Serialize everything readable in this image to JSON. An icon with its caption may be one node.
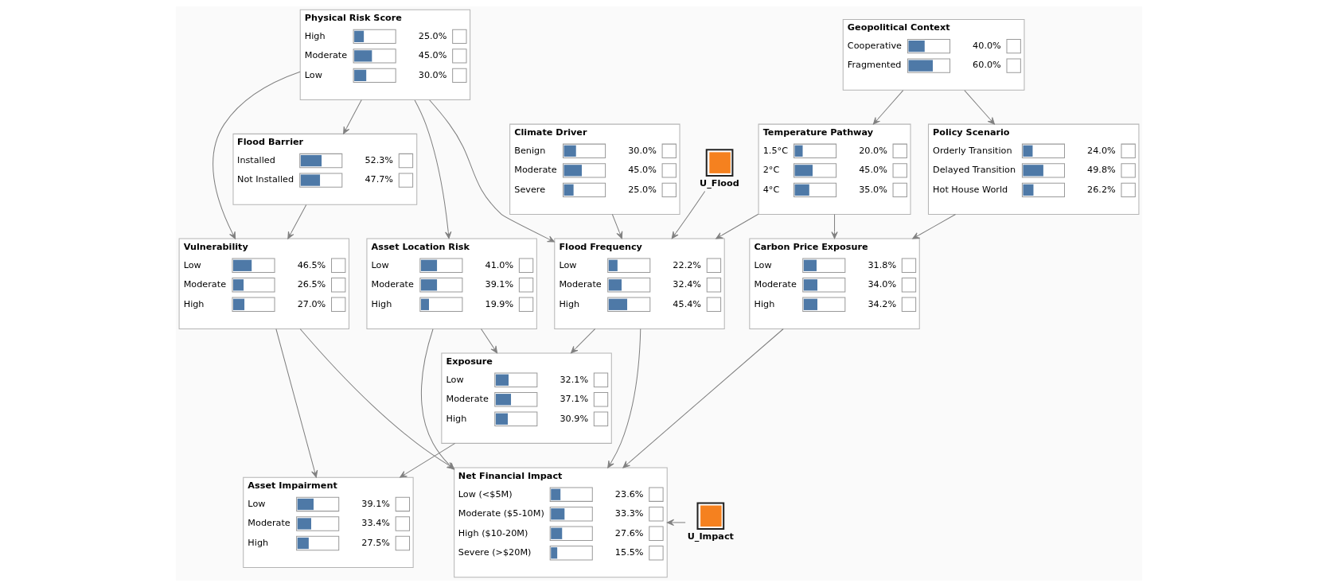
{
  "diagram": {
    "nodes": [
      {
        "text": [
          "Physical Risk Score",
          "High",
          "25.0%",
          "Moderate",
          "45.0%",
          "Low",
          "30.0%"
        ]
      },
      {
        "text": [
          "Geopolitical Context",
          "Cooperative",
          "40.0%",
          "Fragmented",
          "60.0%"
        ]
      },
      {
        "text": [
          "Flood Barrier",
          "Installed",
          "52.3%",
          "Not Installed",
          "47.7%"
        ]
      },
      {
        "text": [
          "Climate Driver",
          "Benign",
          "30.0%",
          "Moderate",
          "45.0%",
          "Severe",
          "25.0%"
        ]
      },
      {
        "text": [
          "U_Flood"
        ]
      },
      {
        "text": [
          "Temperature Pathway",
          "1.5°C",
          "20.0%",
          "2°C",
          "45.0%",
          "4°C",
          "35.0%"
        ]
      },
      {
        "text": [
          "Policy Scenario",
          "Orderly Transition",
          "24.0%",
          "Delayed Transition",
          "49.8%",
          "Hot House World",
          "26.2%"
        ]
      },
      {
        "text": [
          "Vulnerability",
          "Low",
          "46.5%",
          "Moderate",
          "26.5%",
          "High",
          "27.0%"
        ]
      },
      {
        "text": [
          "Asset Location Risk",
          "Low",
          "41.0%",
          "Moderate",
          "39.1%",
          "High",
          "19.9%"
        ]
      },
      {
        "text": [
          "Flood Frequency",
          "Low",
          "22.2%",
          "Moderate",
          "32.4%",
          "High",
          "45.4%"
        ]
      },
      {
        "text": [
          "Carbon Price Exposure",
          "Low",
          "31.8%",
          "Moderate",
          "34.0%",
          "High",
          "34.2%"
        ]
      },
      {
        "text": [
          "Exposure",
          "Low",
          "32.1%",
          "Moderate",
          "37.1%",
          "High",
          "30.9%"
        ]
      },
      {
        "text": [
          "Net Financial Impact",
          "Low (<$5M)",
          "23.6%",
          "Moderate ($5-10M)",
          "33.3%",
          "High ($10-20M)",
          "27.6%",
          "Severe (>$20M)",
          "15.5%"
        ]
      },
      {
        "text": [
          "U_Impact"
        ]
      },
      {
        "text": [
          "Asset Impairment",
          "Low",
          "39.1%",
          "Moderate",
          "33.4%",
          "High",
          "27.5%"
        ]
      }
    ],
    "edges": [
      {
        "from": 0,
        "to": 2,
        "arrow": "to"
      },
      {
        "from": 0,
        "to": 7,
        "arrow": "to"
      },
      {
        "from": 0,
        "to": 8,
        "arrow": "to"
      },
      {
        "from": 0,
        "to": 9,
        "arrow": "to"
      },
      {
        "from": 1,
        "to": 5,
        "arrow": "to"
      },
      {
        "from": 1,
        "to": 6,
        "arrow": "to"
      },
      {
        "from": 2,
        "to": 7,
        "arrow": "to"
      },
      {
        "from": 3,
        "to": 9,
        "arrow": "to"
      },
      {
        "from": 4,
        "to": 9,
        "arrow": "to"
      },
      {
        "from": 5,
        "to": 9,
        "arrow": "to"
      },
      {
        "from": 5,
        "to": 10,
        "arrow": "to"
      },
      {
        "from": 6,
        "to": 10,
        "arrow": "to"
      },
      {
        "from": 7,
        "to": 14,
        "arrow": "to"
      },
      {
        "from": 7,
        "to": 12,
        "arrow": "to"
      },
      {
        "from": 8,
        "to": 11,
        "arrow": "to"
      },
      {
        "from": 8,
        "to": 12,
        "arrow": "to"
      },
      {
        "from": 9,
        "to": 11,
        "arrow": "to"
      },
      {
        "from": 9,
        "to": 12,
        "arrow": "to"
      },
      {
        "from": 10,
        "to": 12,
        "arrow": "to"
      },
      {
        "from": 13,
        "to": 12,
        "arrow": "to"
      },
      {
        "from": 11,
        "to": 14,
        "arrow": "to"
      }
    ]
  }
}
